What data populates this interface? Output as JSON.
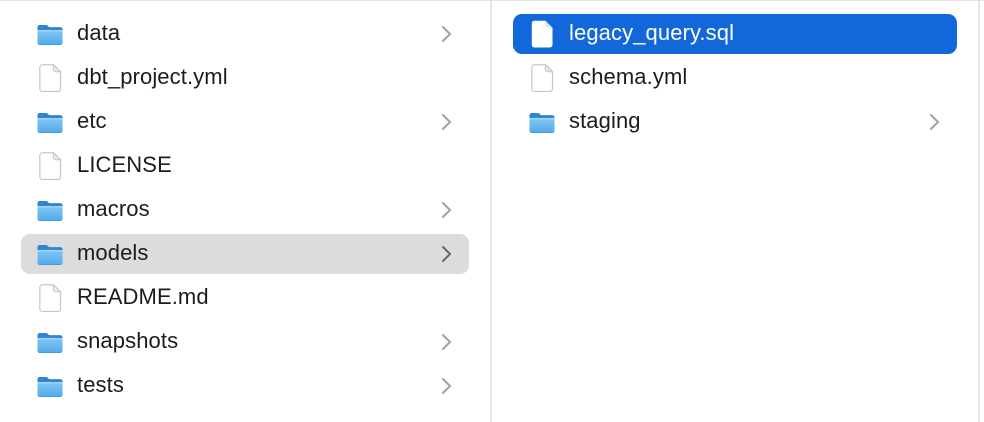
{
  "app": {
    "view": "finder-column-browser"
  },
  "colors": {
    "selection_blue": "#1268db",
    "selection_gray": "#dcdcdc",
    "text": "#1c1c1e",
    "text_selected": "#ffffff",
    "divider": "#e6e6e6",
    "chevron": "#a2a2a2",
    "chevron_on_gray": "#68686c",
    "folder_front_top": "#80c7f5",
    "folder_front_bottom": "#55abea",
    "folder_back": "#2e86d5"
  },
  "columns": [
    {
      "name": "project-root",
      "items": [
        {
          "label": "data",
          "icon": "folder-icon",
          "chevron": true,
          "selected": "none"
        },
        {
          "label": "dbt_project.yml",
          "icon": "document-icon",
          "chevron": false,
          "selected": "none"
        },
        {
          "label": "etc",
          "icon": "folder-icon",
          "chevron": true,
          "selected": "none"
        },
        {
          "label": "LICENSE",
          "icon": "document-icon",
          "chevron": false,
          "selected": "none"
        },
        {
          "label": "macros",
          "icon": "folder-icon",
          "chevron": true,
          "selected": "none"
        },
        {
          "label": "models",
          "icon": "folder-icon",
          "chevron": true,
          "selected": "gray"
        },
        {
          "label": "README.md",
          "icon": "document-icon",
          "chevron": false,
          "selected": "none"
        },
        {
          "label": "snapshots",
          "icon": "folder-icon",
          "chevron": true,
          "selected": "none"
        },
        {
          "label": "tests",
          "icon": "folder-icon",
          "chevron": true,
          "selected": "none"
        }
      ]
    },
    {
      "name": "models-folder",
      "items": [
        {
          "label": "legacy_query.sql",
          "icon": "document-icon",
          "chevron": false,
          "selected": "blue"
        },
        {
          "label": "schema.yml",
          "icon": "document-icon",
          "chevron": false,
          "selected": "none"
        },
        {
          "label": "staging",
          "icon": "folder-icon",
          "chevron": true,
          "selected": "none"
        }
      ]
    }
  ]
}
